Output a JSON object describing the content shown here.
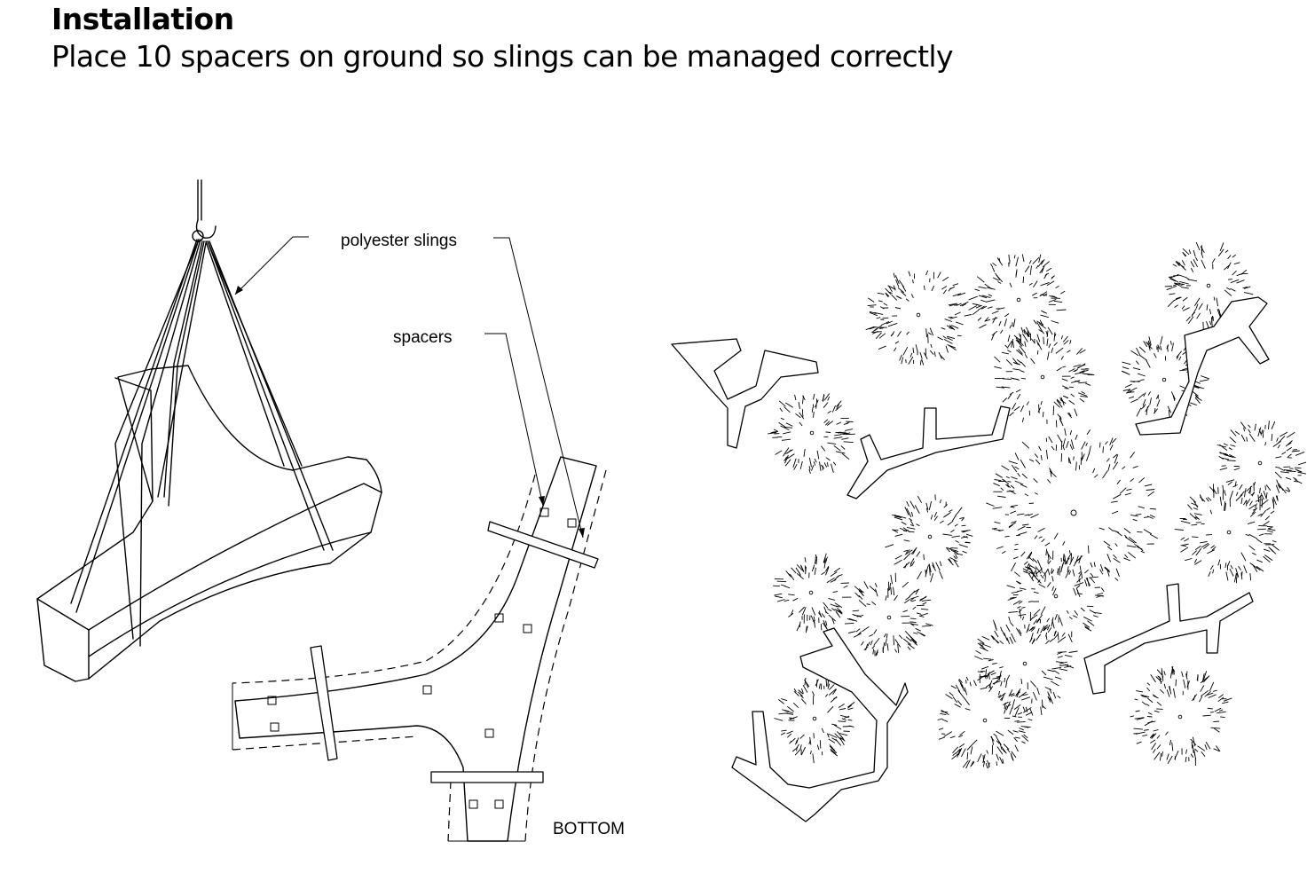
{
  "header": {
    "title": "Installation",
    "subtitle": "Place 10 spacers on ground so slings can be managed correctly"
  },
  "labels": {
    "slings": "polyester slings",
    "spacers": "spacers",
    "bottom": "BOTTOM"
  }
}
